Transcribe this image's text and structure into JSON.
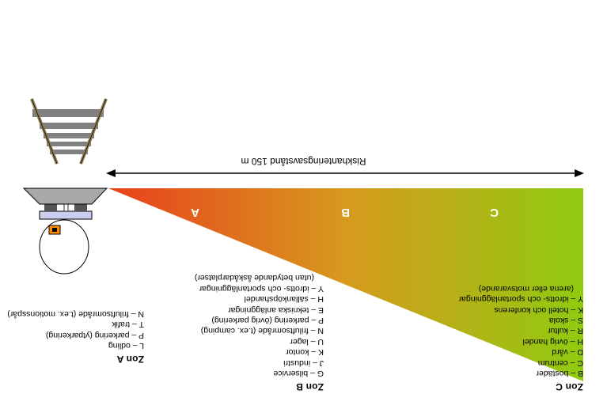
{
  "distance_label": "Riskhanteringsavstånd 150 m",
  "zones": {
    "a": {
      "heading": "Zon A",
      "letter": "A",
      "items": [
        "L – odling",
        "P – parkering (ytparkering)",
        "T – trafik",
        "N – friluftsområde (t.ex. motionsspår)"
      ]
    },
    "b": {
      "heading": "Zon B",
      "letter": "B",
      "items": [
        "G – bilservice",
        "J – industri",
        "K – kontor",
        "U – lager",
        "N – friluftsområde (t.ex. camping)",
        "P – parkering (övrig parkering)",
        "E – tekniska anläggningar",
        "H – sällanköpshandel",
        "Y – idrotts- och sportanläggningar",
        "(utan betydande åskådarplatser)"
      ]
    },
    "c": {
      "heading": "Zon C",
      "letter": "C",
      "items": [
        "B – bostäder",
        "C – centrum",
        "D – vård",
        "H – övrig handel",
        "R – kultur",
        "S – skola",
        "K – hotell och konferens",
        "Y – idrotts- och sportanläggningar",
        "(arena eller motsvarande)"
      ]
    }
  },
  "colors": {
    "gradient_start": "#e8401c",
    "gradient_mid": "#d79a1e",
    "gradient_end": "#8fcb10",
    "train_platform": "#cdcdf0",
    "track_rail": "#8b7a52",
    "track_tie": "#808080"
  }
}
